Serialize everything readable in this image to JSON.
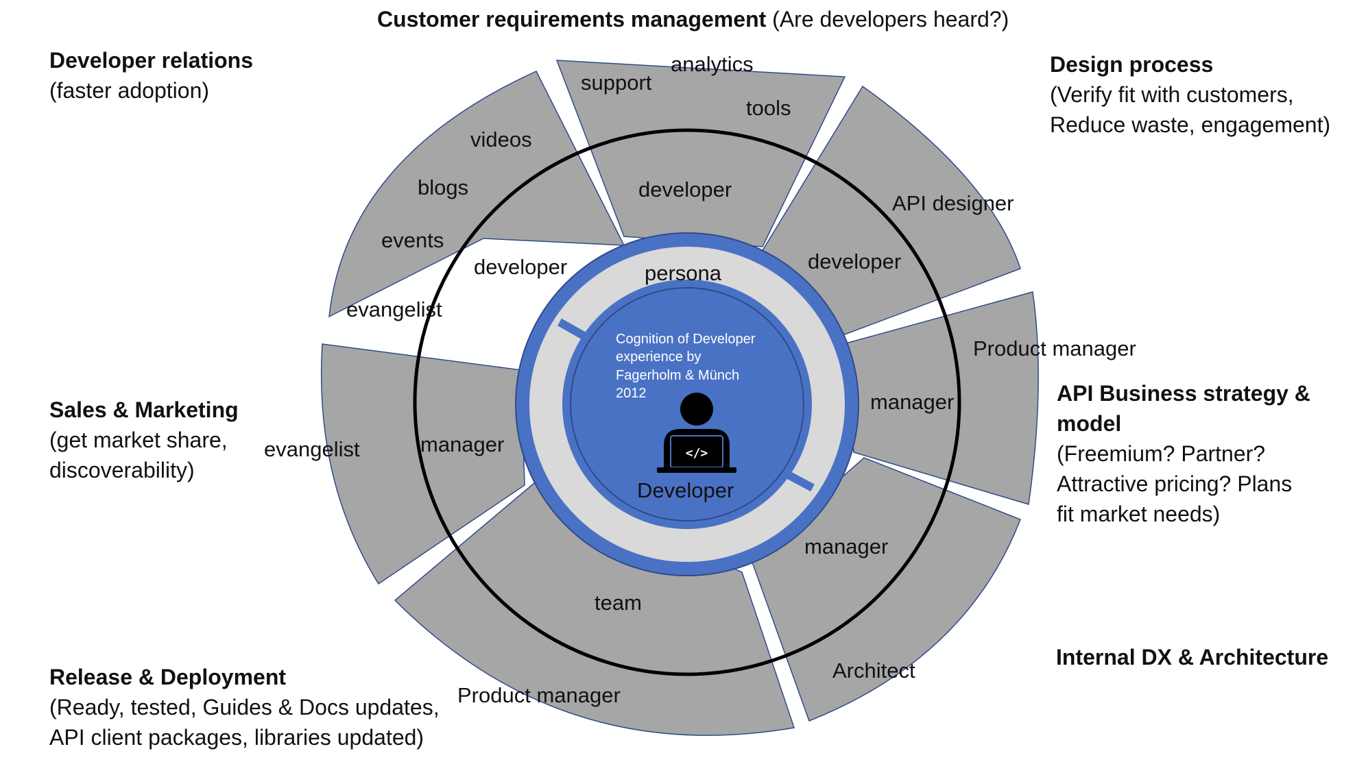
{
  "captions": {
    "top": {
      "bold": "Customer requirements management",
      "normal": " (Are developers heard?)"
    },
    "developer_relations": {
      "bold": "Developer relations",
      "lines": [
        "(faster adoption)"
      ]
    },
    "design_process": {
      "bold": "Design process",
      "lines": [
        "(Verify fit with customers,",
        "Reduce waste, engagement)"
      ]
    },
    "sales_marketing": {
      "bold": "Sales & Marketing",
      "lines": [
        "(get market share,",
        "discoverability)"
      ]
    },
    "api_business": {
      "bold_lines": [
        "API Business strategy &",
        "model"
      ],
      "lines": [
        "(Freemium? Partner?",
        "Attractive pricing? Plans",
        "fit market needs)"
      ]
    },
    "release": {
      "bold": "Release & Deployment",
      "lines": [
        "(Ready, tested, Guides & Docs updates,",
        "API client packages, libraries updated)"
      ]
    },
    "internal_dx": {
      "bold": "Internal DX & Architecture"
    }
  },
  "segment_labels": {
    "analytics": "analytics",
    "support": "support",
    "tools": "tools",
    "developer_top": "developer",
    "videos": "videos",
    "blogs": "blogs",
    "events": "events",
    "evangelist_upper": "evangelist",
    "developer_left": "developer",
    "api_designer": "API designer",
    "developer_right": "developer",
    "product_manager_right": "Product manager",
    "manager_right": "manager",
    "evangelist_left": "evangelist",
    "manager_left": "manager",
    "manager_lower": "manager",
    "team": "team",
    "architect": "Architect",
    "product_manager_bottom": "Product manager"
  },
  "center": {
    "persona": "persona",
    "cognition_lines": [
      "Cognition of Developer",
      "experience by",
      "Fagerholm & Münch",
      "2012"
    ],
    "developer": "Developer",
    "icon": "developer-laptop-icon"
  },
  "colors": {
    "segment_fill": "#a6a6a6",
    "segment_stroke": "#2f4a8a",
    "blue": "#4a72c4",
    "light_ring": "#d9d9d9",
    "black_circle": "#000000"
  }
}
